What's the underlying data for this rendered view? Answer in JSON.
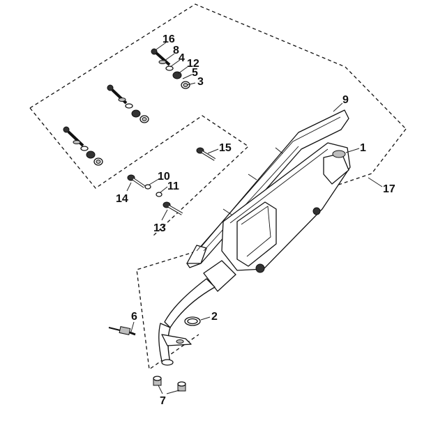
{
  "diagram": {
    "callouts": [
      {
        "id": "16",
        "label": "16"
      },
      {
        "id": "8",
        "label": "8"
      },
      {
        "id": "4",
        "label": "4"
      },
      {
        "id": "12",
        "label": "12"
      },
      {
        "id": "5",
        "label": "5"
      },
      {
        "id": "3",
        "label": "3"
      },
      {
        "id": "9",
        "label": "9"
      },
      {
        "id": "1",
        "label": "1"
      },
      {
        "id": "15",
        "label": "15"
      },
      {
        "id": "10",
        "label": "10"
      },
      {
        "id": "11",
        "label": "11"
      },
      {
        "id": "14",
        "label": "14"
      },
      {
        "id": "13",
        "label": "13"
      },
      {
        "id": "17",
        "label": "17"
      },
      {
        "id": "6",
        "label": "6"
      },
      {
        "id": "2",
        "label": "2"
      },
      {
        "id": "7",
        "label": "7"
      }
    ]
  }
}
